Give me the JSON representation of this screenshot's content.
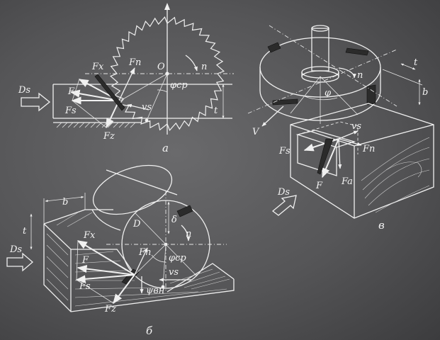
{
  "diagram_a": {
    "caption": "а",
    "labels": {
      "ds": "Ds",
      "f": "F",
      "fs": "Fs",
      "fx": "Fx",
      "fz": "Fz",
      "fn": "Fn",
      "o": "O",
      "n": "n",
      "phi_cp": "φср",
      "vs": "vs",
      "t": "t"
    }
  },
  "diagram_b": {
    "caption": "б",
    "labels": {
      "b": "b",
      "t": "t",
      "ds": "Ds",
      "fx": "Fx",
      "f": "F",
      "fs": "Fs",
      "fz": "Fz",
      "d": "D",
      "delta": "δ",
      "n": "n",
      "fn": "Fn",
      "phi_cp": "φср",
      "vs": "vs",
      "psi_vn": "ψвн"
    }
  },
  "diagram_v": {
    "caption": "в",
    "labels": {
      "n": "n",
      "phi": "φ",
      "t": "t",
      "b": "b",
      "v": "V",
      "vs": "vs",
      "fn": "Fn",
      "fs": "Fs",
      "f": "F",
      "fa": "Fa",
      "ds": "Ds"
    }
  },
  "colors": {
    "line": "#f0f0f0",
    "background": "#5a5a5c",
    "tooth": "#2b2b2b"
  }
}
